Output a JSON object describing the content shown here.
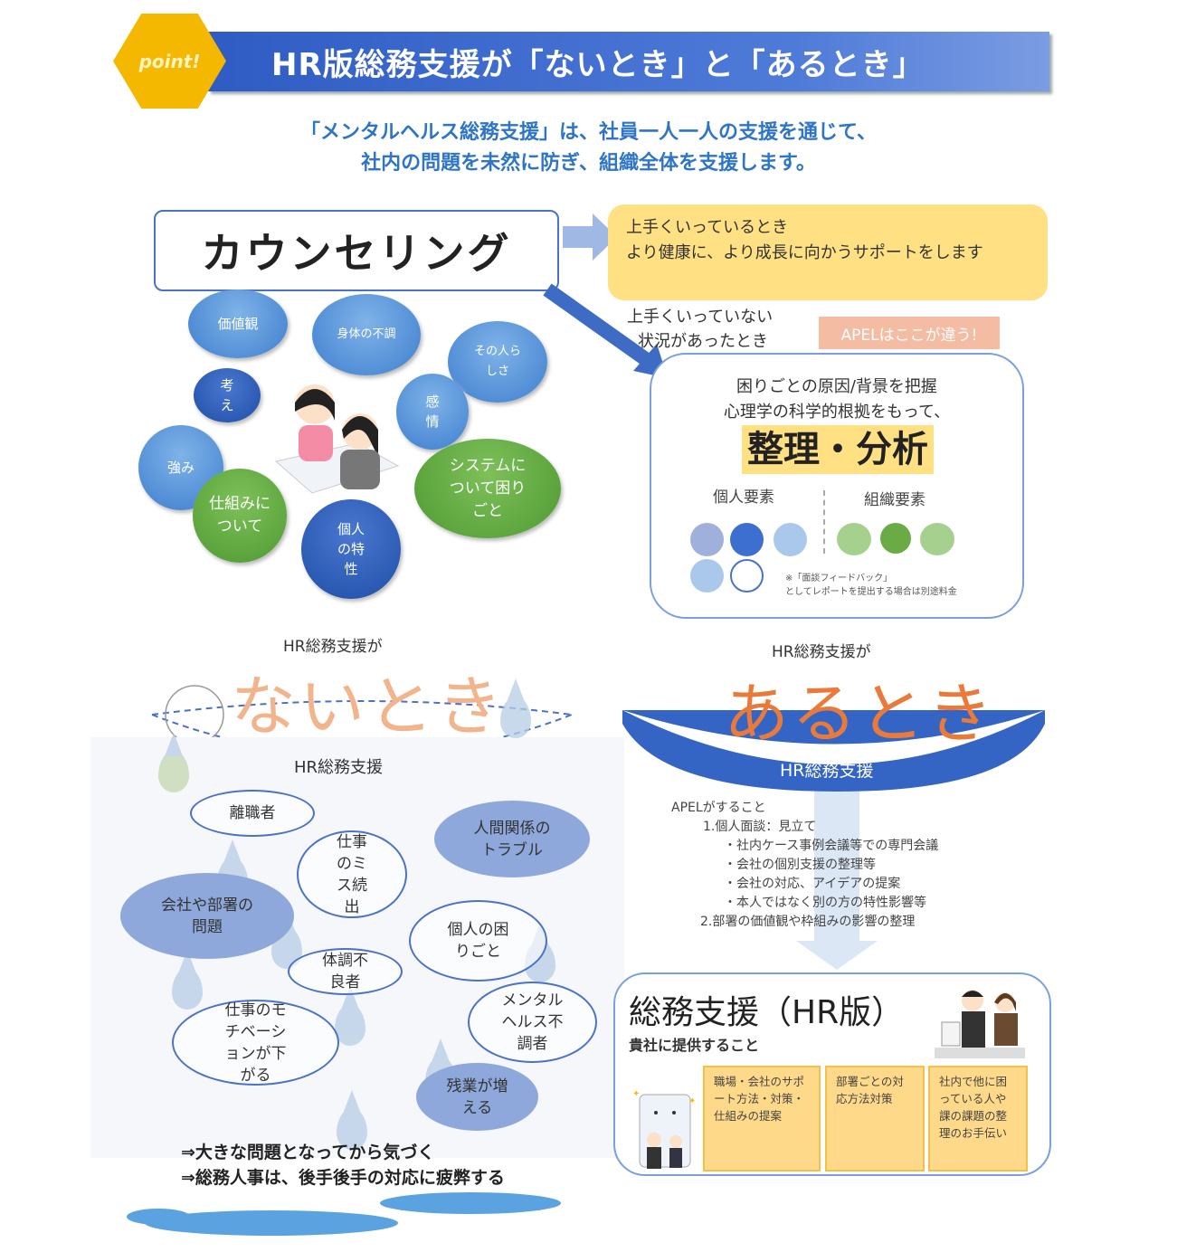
{
  "header": {
    "badge": "point!",
    "title": "HR版総務支援が「ないとき」と「あるとき」"
  },
  "intro": [
    "「メンタルヘルス総務支援」は、社員一人一人の支援を通じて、",
    "社内の問題を未然に防ぎ、組織全体を支援します。"
  ],
  "counseling": {
    "label": "カウンセリング",
    "bubbles": [
      "価値観",
      "身体の不調",
      "その人らしさ",
      "考え",
      "感情",
      "強み",
      "仕組みについて",
      "システムについて困りごと",
      "個人の特性"
    ]
  },
  "good_case": {
    "title": "上手くいっているとき",
    "text": "より健康に、より成長に向かうサポートをします"
  },
  "bad_case": {
    "line1": "上手くいっていない",
    "line2": "状況があったとき"
  },
  "apel_badge": "APELはここが違う!",
  "analysis": {
    "line1": "困りごとの原因/背景を把握",
    "line2": "心理学の科学的根拠をもって、",
    "highlight": "整理・分析",
    "personal": "個人要素",
    "org": "組織要素",
    "note1": "※「面談フィードバック」",
    "note2": "としてレポートを提出する場合は別途料金"
  },
  "without": {
    "prefix": "HR総務支援が",
    "title": "ないとき",
    "support": "HR総務支援",
    "issues": [
      "離職者",
      "仕事のミス続出",
      "人間関係のトラブル",
      "会社や部署の問題",
      "個人の困りごと",
      "体調不良者",
      "メンタルヘルス不調者",
      "仕事のモチベーションが下がる",
      "残業が増える"
    ],
    "conclusion1": "⇒大きな問題となってから気づく",
    "conclusion2": "⇒総務人事は、後手後手の対応に疲弊する"
  },
  "with": {
    "prefix": "HR総務支援が",
    "title": "あるとき",
    "support": "HR総務支援",
    "apel_title": "APELがすること",
    "apel_items": [
      "1.個人面談：見立て",
      "・社内ケース事例会議等での専門会議",
      "・会社の個別支援の整理等",
      "・会社の対応、アイデアの提案",
      "・本人ではなく別の方の特性影響等",
      "2.部署の価値観や枠組みの影響の整理"
    ]
  },
  "service": {
    "title": "総務支援（HR版）",
    "subtitle": "貴社に提供すること",
    "items": [
      "職場・会社のサポート方法・対策・仕組みの提案",
      "部署ごとの対応方法対策",
      "社内で他に困っている人や課の課題の整理のお手伝い"
    ]
  },
  "colors": {
    "blue": "#2f5cc4",
    "yellow": "#ffe083",
    "orange": "#ea7a3a",
    "peach": "#f2b48c",
    "green": "#5aa83a"
  }
}
